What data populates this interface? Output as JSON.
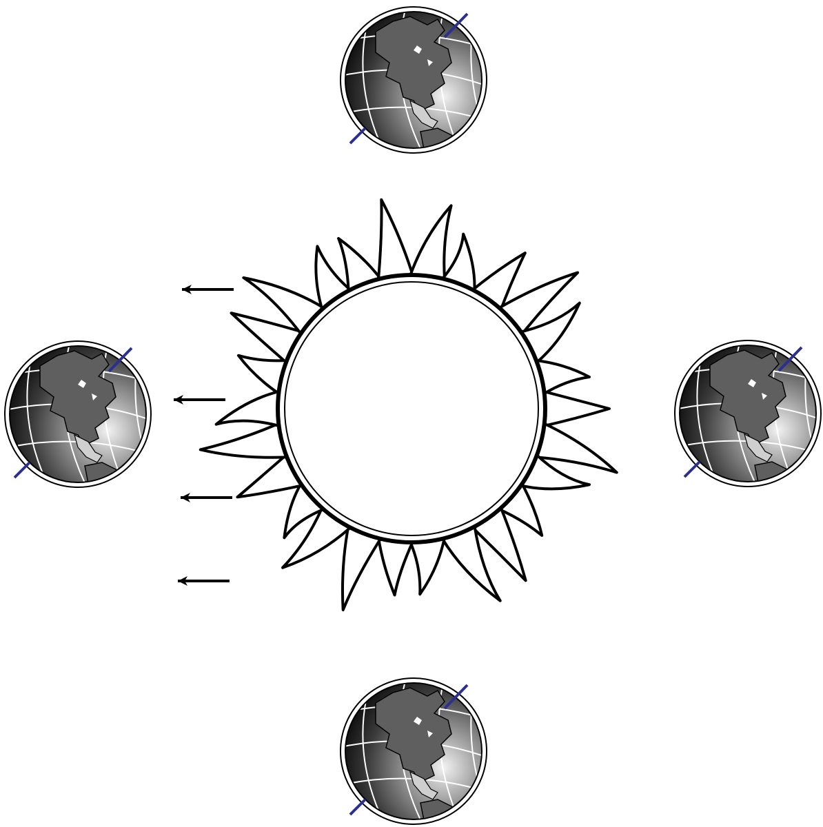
{
  "colors": {
    "background": "#ffffff",
    "sun_stroke": "#000000",
    "sun_fill": "#ffffff",
    "globe_dark": "#1a1a1a",
    "globe_mid": "#6a6a6a",
    "globe_light": "#f2f2f2",
    "land": "#5f5f5f",
    "land_outline": "#000000",
    "grid": "#ffffff",
    "axis": "#2b2f8f",
    "ray": "#000000"
  },
  "icons": {
    "sun": "sun-icon",
    "earth": "earth-globe-icon",
    "ray": "left-arrow-icon"
  },
  "earth_positions": [
    "top",
    "left",
    "right",
    "bottom"
  ],
  "ray_count": 4
}
